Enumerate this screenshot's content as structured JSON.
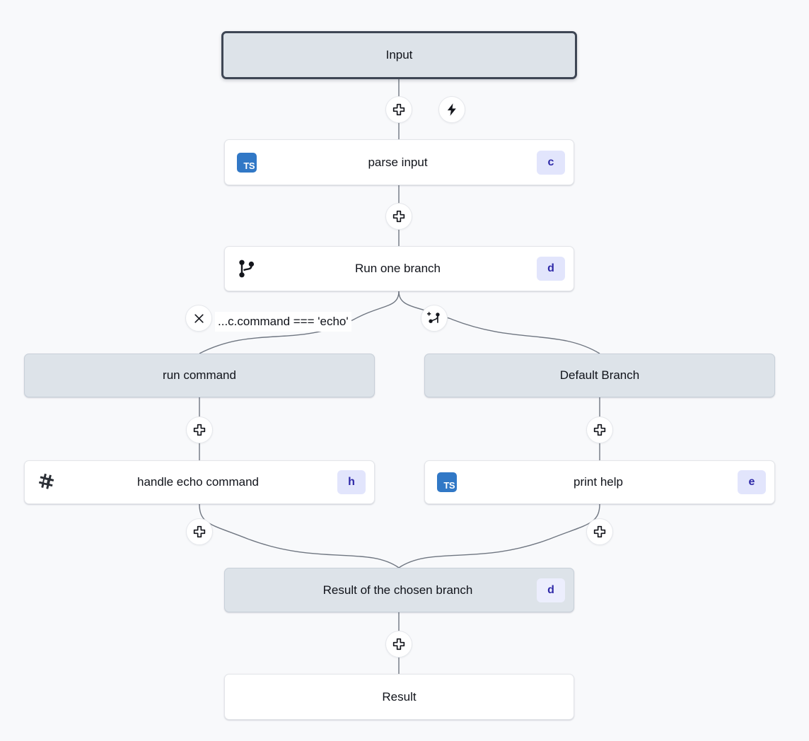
{
  "canvas": {
    "background": "#f8f9fb",
    "node_virtual_fill": "#dde3e9",
    "node_step_fill": "#ffffff",
    "badge_fill": "#e2e5fc",
    "badge_text_color": "#2f2aa8",
    "edge_color": "#6f7681",
    "selected_border_color": "#3e4654",
    "ts_icon_color": "#3178c6"
  },
  "nodes": {
    "input": {
      "label": "Input",
      "type": "virtual",
      "selected": true
    },
    "parse_input": {
      "label": "parse input",
      "type": "step",
      "icon": "typescript-icon",
      "icon_text": "TS",
      "badge": "c"
    },
    "run_one_branch": {
      "label": "Run one branch",
      "type": "step",
      "icon": "branch-icon",
      "badge": "d"
    },
    "run_command": {
      "label": "run command",
      "type": "virtual"
    },
    "default_branch": {
      "label": "Default Branch",
      "type": "virtual"
    },
    "handle_echo_command": {
      "label": "handle echo command",
      "type": "step",
      "icon": "hash-script-icon",
      "badge": "h"
    },
    "print_help": {
      "label": "print help",
      "type": "step",
      "icon": "typescript-icon",
      "icon_text": "TS",
      "badge": "e"
    },
    "result_of_chosen_branch": {
      "label": "Result of the chosen branch",
      "type": "virtual",
      "badge": "d"
    },
    "result": {
      "label": "Result",
      "type": "step"
    }
  },
  "edge_labels": {
    "echo_condition": "...c.command === 'echo'"
  },
  "controls": {
    "add_step_after_input": "plus-icon",
    "trigger": "lightning-icon",
    "add_step_after_parse_input": "plus-icon",
    "delete_branch": "close-icon",
    "add_branch": "add-branch-icon",
    "add_step_after_run_command": "plus-icon",
    "add_step_after_default_branch": "plus-icon",
    "add_step_after_handle_echo": "plus-icon",
    "add_step_after_print_help": "plus-icon",
    "add_step_after_result_branch": "plus-icon"
  }
}
